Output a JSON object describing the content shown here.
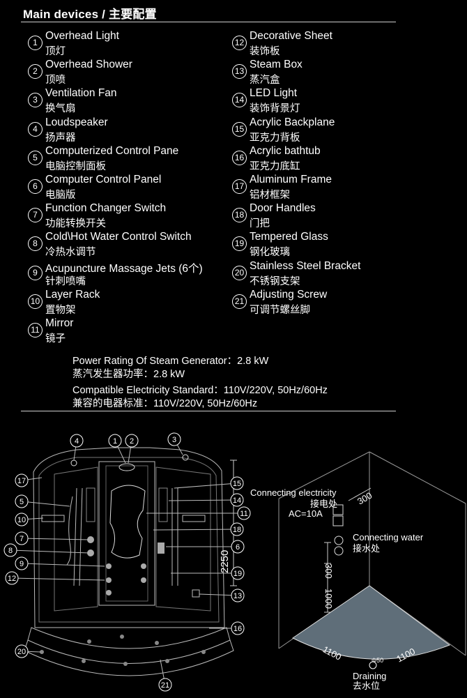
{
  "heading": "Main devices / 主要配置",
  "items": [
    {
      "num": "1",
      "en": "Overhead Light",
      "zh": "顶灯"
    },
    {
      "num": "2",
      "en": "Overhead Shower",
      "zh": "顶喷"
    },
    {
      "num": "3",
      "en": "Ventilation Fan",
      "zh": "换气扇"
    },
    {
      "num": "4",
      "en": "Loudspeaker",
      "zh": "扬声器"
    },
    {
      "num": "5",
      "en": "Computerized Control Pane",
      "zh": "电脑控制面板"
    },
    {
      "num": "6",
      "en": "Computer Control Panel",
      "zh": "电脑版"
    },
    {
      "num": "7",
      "en": "Function Changer Switch",
      "zh": "功能转换开关"
    },
    {
      "num": "8",
      "en": "Cold\\Hot Water Control Switch",
      "zh": "冷热水调节"
    },
    {
      "num": "9",
      "en": "Acupuncture Massage Jets (6个)",
      "zh": "针刺喷嘴"
    },
    {
      "num": "10",
      "en": "Layer Rack",
      "zh": "置物架"
    },
    {
      "num": "11",
      "en": "Mirror",
      "zh": "镜子"
    },
    {
      "num": "12",
      "en": "Decorative Sheet",
      "zh": "装饰板"
    },
    {
      "num": "13",
      "en": "Steam Box",
      "zh": "蒸汽盒"
    },
    {
      "num": "14",
      "en": "LED Light",
      "zh": "装饰背景灯"
    },
    {
      "num": "15",
      "en": "Acrylic Backplane",
      "zh": "亚克力背板"
    },
    {
      "num": "16",
      "en": "Acrylic bathtub",
      "zh": "亚克力底缸"
    },
    {
      "num": "17",
      "en": "Aluminum Frame",
      "zh": "铝材框架"
    },
    {
      "num": "18",
      "en": "Door Handles",
      "zh": "门把"
    },
    {
      "num": "19",
      "en": "Tempered Glass",
      "zh": "钢化玻璃"
    },
    {
      "num": "20",
      "en": "Stainless Steel Bracket",
      "zh": "不锈钢支架"
    },
    {
      "num": "21",
      "en": "Adjusting Screw",
      "zh": "可调节螺丝脚"
    }
  ],
  "specs": {
    "power_en": "Power Rating Of Steam Generator：2.8 kW",
    "power_zh": "蒸汽发生器功率：2.8 kW",
    "standard_en": "Compatible Electricity Standard：110V/220V, 50Hz/60Hz",
    "standard_zh": "兼容的电器标准：110V/220V, 50Hz/60Hz"
  },
  "front_diagram": {
    "height_label": "2250",
    "callouts_top": [
      "4",
      "1",
      "2",
      "3"
    ],
    "callouts_left": [
      "17",
      "5",
      "10",
      "7",
      "8",
      "9",
      "12",
      "20"
    ],
    "callouts_right": [
      "15",
      "14",
      "11",
      "18",
      "6",
      "19",
      "13",
      "16"
    ],
    "callout_bottom": "21"
  },
  "install_diagram": {
    "elec_en": "Connecting electricity",
    "elec_zh": "接电处",
    "elec_spec": "AC=10A",
    "water_en": "Connecting water",
    "water_zh": "接水处",
    "dim_top": "300",
    "dim_mid": "300",
    "dim_low": "1000",
    "dim_left": "1100",
    "dim_right": "1100",
    "drain_size": "Φ50",
    "drain_en": "Draining",
    "drain_zh": "去水位"
  }
}
